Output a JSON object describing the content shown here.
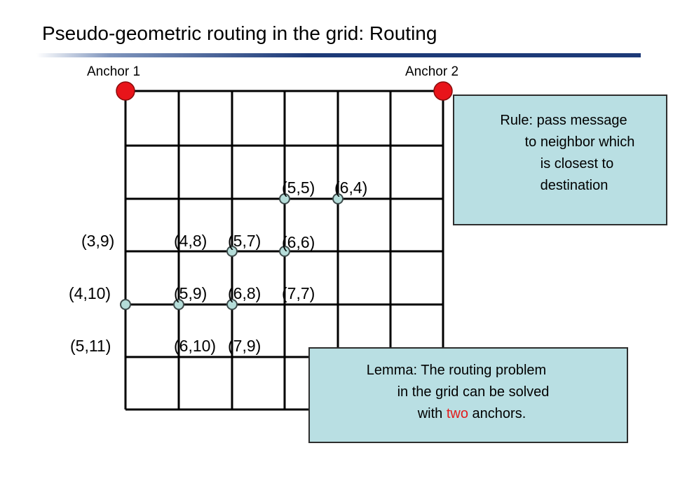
{
  "slide": {
    "title": "Pseudo-geometric routing in the grid: Routing"
  },
  "anchors": [
    {
      "label": "Anchor 1",
      "color": "#e8141a"
    },
    {
      "label": "Anchor 2",
      "color": "#e8141a"
    }
  ],
  "node_color": "#b5ddd9",
  "coordinates": {
    "c3_9": "(3,9)",
    "c4_8": "(4,8)",
    "c5_7": "(5,7)",
    "c5_5": "(5,5)",
    "c6_4": "(6,4)",
    "c6_6": "(6,6)",
    "c4_10": "(4,10)",
    "c5_9": "(5,9)",
    "c6_8": "(6,8)",
    "c7_7": "(7,7)",
    "c5_11": "(5,11)",
    "c6_10": "(6,10)",
    "c7_9": "(7,9)"
  },
  "rule_box": {
    "lines": [
      "Rule: pass message",
      "to neighbor which",
      "is closest to",
      "destination"
    ],
    "background": "#b9dfe3"
  },
  "lemma_box": {
    "line1": "Lemma: The routing problem",
    "line2": "in the grid can be solved",
    "line3_before": "with ",
    "line3_highlight": "two",
    "line3_after": " anchors.",
    "highlight_color": "#e31b1b"
  }
}
